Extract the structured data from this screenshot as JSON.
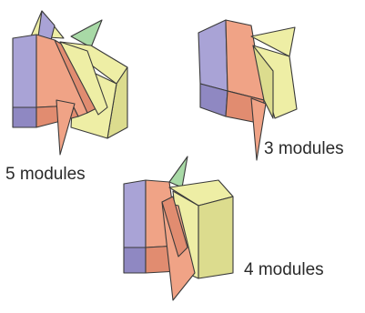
{
  "figures": [
    {
      "id": "five",
      "caption": "5 modules"
    },
    {
      "id": "three",
      "caption": "3 modules"
    },
    {
      "id": "four",
      "caption": "4 modules"
    }
  ],
  "colors": {
    "purple": "#a9a3d6",
    "purple_dark": "#8f88c2",
    "salmon": "#f0a386",
    "salmon_dark": "#e18c70",
    "yellow": "#eeeea5",
    "yellow_dark": "#dcdc8e",
    "green": "#a8d9a6",
    "outline": "#3a3a3a"
  }
}
